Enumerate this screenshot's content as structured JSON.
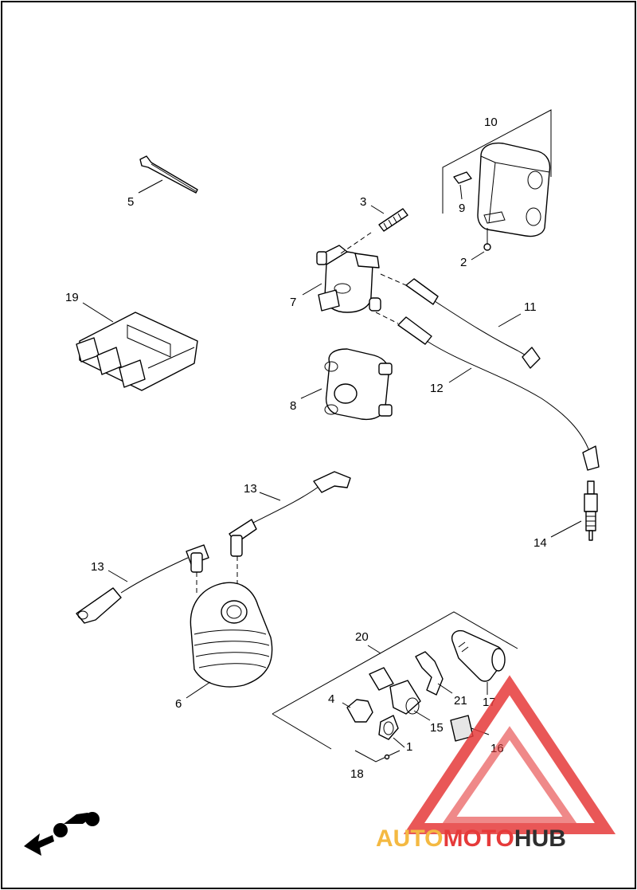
{
  "callouts": {
    "c1": "1",
    "c2": "2",
    "c3": "3",
    "c4": "4",
    "c5": "5",
    "c6": "6",
    "c7": "7",
    "c8": "8",
    "c9": "9",
    "c10": "10",
    "c11": "11",
    "c12": "12",
    "c13a": "13",
    "c13b": "13",
    "c14": "14",
    "c15": "15",
    "c16": "16",
    "c17": "17",
    "c18": "18",
    "c19": "19",
    "c20": "20",
    "c21": "21"
  },
  "watermark": {
    "part1": "AUTO",
    "part2": "MOTO",
    "part3": "HUB",
    "colors": {
      "auto": "#f4b942",
      "moto": "#e63a3a",
      "hub": "#2e2e2e",
      "logo": "#e63a3a"
    }
  },
  "icons": {
    "front": "motorcycle-direction-icon"
  }
}
